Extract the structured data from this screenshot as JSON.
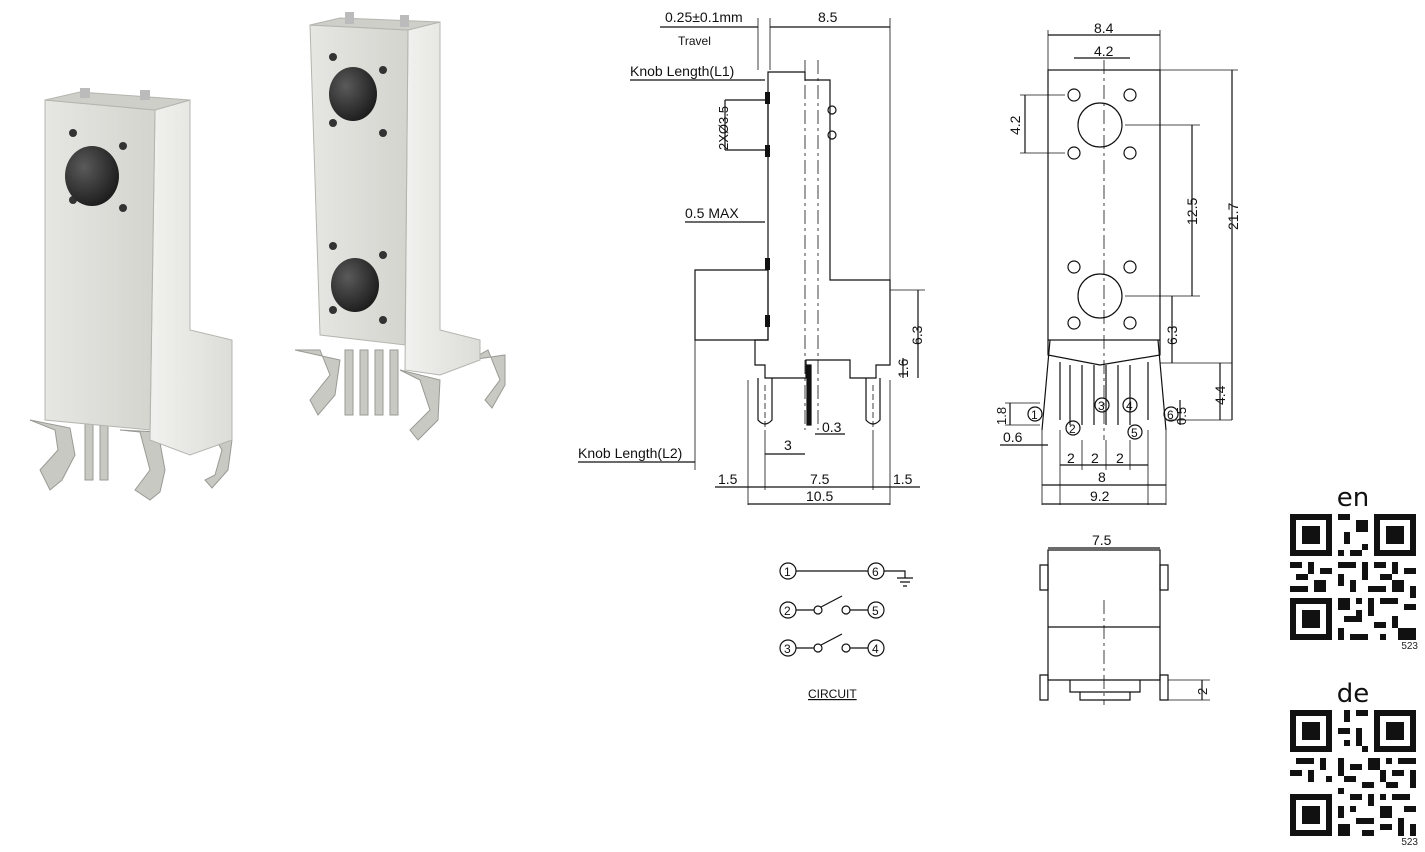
{
  "drawing": {
    "travel_dim": "0.25±0.1mm",
    "travel_label": "Travel",
    "knob_l1": "Knob Length(L1)",
    "knob_l2": "Knob Length(L2)",
    "hole_spec": "2XØ3.5",
    "half_max": "0.5 MAX",
    "side_dims": {
      "top_width": "8.5",
      "d_6_3": "6.3",
      "d_1_6": "1.6",
      "d_0_3": "0.3",
      "d_3": "3",
      "bottom_left": "1.5",
      "bottom_mid": "7.5",
      "bottom_right": "1.5",
      "total_width": "10.5"
    },
    "front_dims": {
      "top_outer": "8.4",
      "top_inner": "4.2",
      "left_pitch": "4.2",
      "d_12_5": "12.5",
      "d_21_7": "21.7",
      "d_6_3": "6.3",
      "d_4_4": "4.4",
      "d_1_8": "1.8",
      "d_0_6": "0.6",
      "d_0_5": "0.5",
      "pitch_a": "2",
      "pitch_b": "2",
      "pitch_c": "2",
      "d_8": "8",
      "d_9_2": "9.2"
    },
    "pin_numbers": [
      "1",
      "2",
      "3",
      "4",
      "5",
      "6"
    ],
    "bottom_view_width": "7.5",
    "bottom_view_height": "2",
    "circuit_label": "CIRCUIT",
    "circuit_rows": [
      {
        "left": "1",
        "right": "6"
      },
      {
        "left": "2",
        "right": "5"
      },
      {
        "left": "3",
        "right": "4"
      }
    ]
  },
  "qr_codes": [
    {
      "lang": "en",
      "number": "523"
    },
    {
      "lang": "de",
      "number": "523"
    }
  ]
}
